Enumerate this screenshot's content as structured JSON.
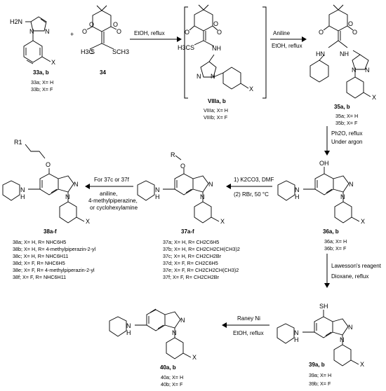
{
  "plus": "+",
  "c33": {
    "label": "33a, b",
    "leg1": "33a; X= H",
    "leg2": "33b; X= F"
  },
  "c34": {
    "label": "34"
  },
  "cVIII": {
    "label": "VIIIa, b",
    "leg1": "VIIIa; X= H",
    "leg2": "VIIIb; X= F"
  },
  "c35": {
    "label": "35a, b",
    "leg1": "35a; X= H",
    "leg2": "35b; X= F"
  },
  "c36": {
    "label": "36a, b",
    "leg1": "36a; X= H",
    "leg2": "36b; X= F"
  },
  "c37": {
    "label": "37a-f",
    "legend": [
      "37a; X= H, R= CH2C6H5",
      "37b; X= H, R= CH2CH2CH(CH3)2",
      "37c; X= H, R= CH2CH2Br",
      "37d; X= F, R= CH2C6H5",
      "37e; X= F, R= CH2CH2CH(CH3)2",
      "37f; X= F, R= CH2CH2Br"
    ]
  },
  "c38": {
    "label": "38a-f",
    "legend": [
      "38a; X= H, R= NHC6H5",
      "38b; X= H, R= 4-methylpiperazin-2-yl",
      "38c; X= H, R= NHC6H11",
      "38d; X= F, R= NHC6H5",
      "38e; X= F, R= 4-methylpiperazin-2-yl",
      "38f; X= F, R= NHC6H11"
    ]
  },
  "c39": {
    "label": "39a, b",
    "leg1": "39a; X= H",
    "leg2": "39b; X= F"
  },
  "c40": {
    "label": "40a, b",
    "leg1": "40a; X= H",
    "leg2": "40b; X= F"
  },
  "conditions": {
    "step1": "EtOH, reflux",
    "step2a": "Aniline",
    "step2b": "EtOH, reflux",
    "step3a": "Ph2O, reflux",
    "step3b": "Under argon",
    "step4a": "1) K2CO3, DMF",
    "step4b": "(2)  RBr, 50 °C",
    "step5a": "For 37c or 37f",
    "step5b": "aniline,",
    "step5c": "4-methylpiperazine,",
    "step5d": "or cyclohexylamine",
    "step6a": "Lawesson's reagent",
    "step6b": "Dioxane, reflux",
    "step7a": "Raney Ni",
    "step7b": "EtOH, reflux"
  },
  "atoms": {
    "H2N": "H2N",
    "N": "N",
    "X": "X",
    "O": "O",
    "S": "S",
    "H3CS": "H3C",
    "SCH3": "SCH3",
    "NH": "NH",
    "HN": "HN",
    "OH": "OH",
    "SH": "SH",
    "H": "H",
    "R": "R",
    "R1": "R1"
  }
}
